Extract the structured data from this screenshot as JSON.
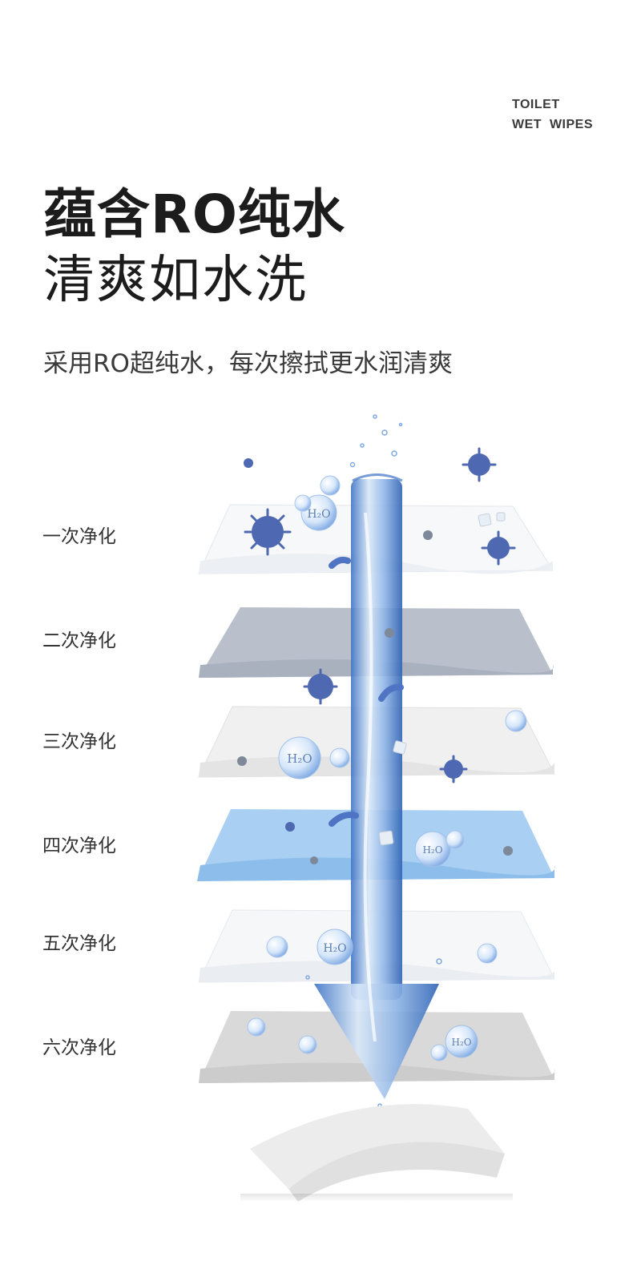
{
  "brand": {
    "line1": "TOILET",
    "line2": "WET  WIPES"
  },
  "headline": {
    "line1": "蕴含RO纯水",
    "line2": "清爽如水洗"
  },
  "subhead": "采用RO超纯水，每次擦拭更水润清爽",
  "stages": [
    {
      "label": "一次净化",
      "layer_color": "#f7f8fa"
    },
    {
      "label": "二次净化",
      "layer_color": "#b9c0cc"
    },
    {
      "label": "三次净化",
      "layer_color": "#f0f0f0"
    },
    {
      "label": "四次净化",
      "layer_color": "#a9cff3"
    },
    {
      "label": "五次净化",
      "layer_color": "#f6f7f9"
    },
    {
      "label": "六次净化",
      "layer_color": "#d9d9d9"
    }
  ],
  "bubble_text": "H₂O",
  "colors": {
    "water": "#5c8fd6",
    "water_light": "#cfe2f7",
    "virus": "#4f68b2",
    "heading": "#1c1c1c"
  },
  "icons": [
    "water-stream-icon",
    "virus-icon",
    "h2o-bubble-icon",
    "wipe-sheet-icon"
  ]
}
